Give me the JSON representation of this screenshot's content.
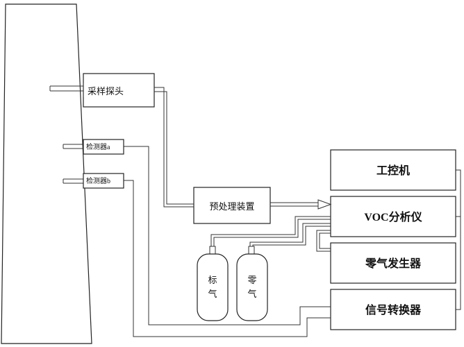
{
  "nodes": {
    "probe": "采样探头",
    "detector_a": "检测器a",
    "detector_b": "检测器b",
    "pretreatment": "预处理装置",
    "ipc": "工控机",
    "voc_analyzer": "VOC分析仪",
    "zero_gas_generator": "零气发生器",
    "signal_converter": "信号转换器"
  },
  "cylinders": {
    "standard_gas": [
      "标",
      "气"
    ],
    "zero_gas": [
      "零",
      "气"
    ]
  },
  "colors": {
    "line": "#333333",
    "box_stroke": "#222222",
    "background": "#ffffff"
  }
}
